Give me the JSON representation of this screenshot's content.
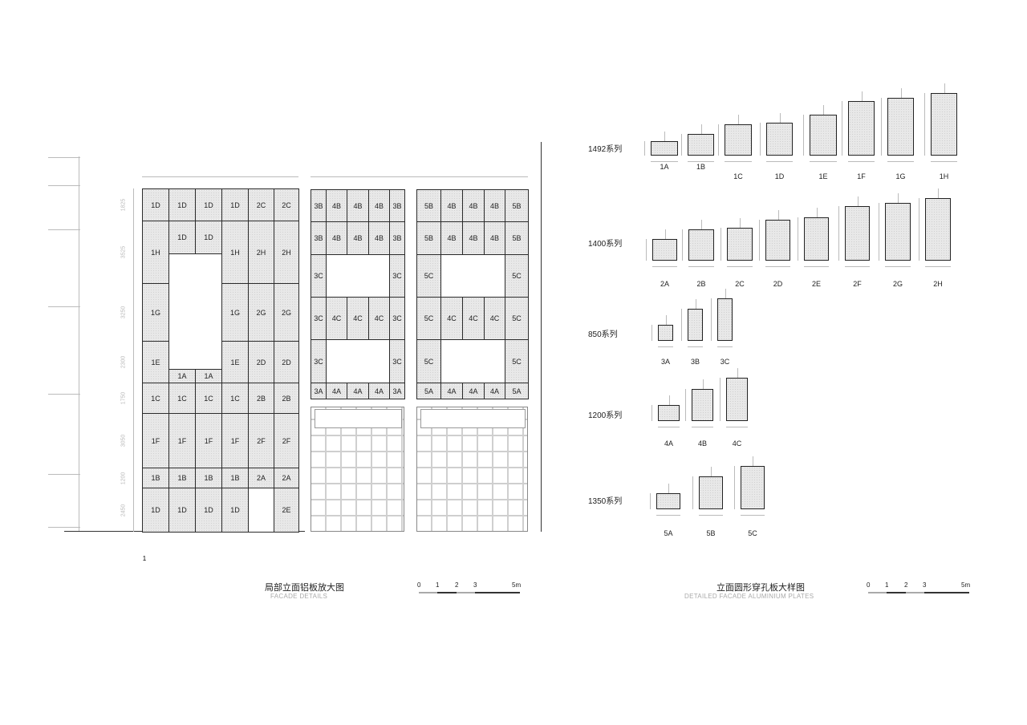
{
  "left_facade": {
    "panels": [
      "1D",
      "1D",
      "1D",
      "1D",
      "2C",
      "2C",
      "1H",
      "1D",
      "1D",
      "1H",
      "2H",
      "2H",
      "1G",
      "1G",
      "2G",
      "2G",
      "1E",
      "1A",
      "1A",
      "1E",
      "2D",
      "2D",
      "1C",
      "1C",
      "1C",
      "1C",
      "2B",
      "2B",
      "1F",
      "1F",
      "1F",
      "1F",
      "2F",
      "2F",
      "1B",
      "1B",
      "1B",
      "1B",
      "2A",
      "2A",
      "1D",
      "1D",
      "1D",
      "1D",
      "2E"
    ],
    "row_dimensions": [
      "1825",
      "3525",
      "3250",
      "2300",
      "1750",
      "3050",
      "1200",
      "2450"
    ],
    "grid_bubble": "1"
  },
  "middle_facade_a": {
    "panels": [
      "3B",
      "4B",
      "4B",
      "4B",
      "3B",
      "3B",
      "4B",
      "4B",
      "4B",
      "3B",
      "3C",
      "3C",
      "3C",
      "4C",
      "4C",
      "4C",
      "3C",
      "3C",
      "3C",
      "3A",
      "4A",
      "4A",
      "4A",
      "3A"
    ]
  },
  "middle_facade_b": {
    "panels": [
      "5B",
      "4B",
      "4B",
      "4B",
      "5B",
      "5B",
      "4B",
      "4B",
      "4B",
      "5B",
      "5C",
      "5C",
      "5C",
      "4C",
      "4C",
      "4C",
      "5C",
      "5C",
      "5C",
      "5A",
      "4A",
      "4A",
      "4A",
      "5A"
    ]
  },
  "plates": {
    "series": [
      {
        "name": "1492系列",
        "items": [
          "1A",
          "1B",
          "1C",
          "1D",
          "1E",
          "1F",
          "1G",
          "1H"
        ]
      },
      {
        "name": "1400系列",
        "items": [
          "2A",
          "2B",
          "2C",
          "2D",
          "2E",
          "2F",
          "2G",
          "2H"
        ]
      },
      {
        "name": "850系列",
        "items": [
          "3A",
          "3B",
          "3C"
        ]
      },
      {
        "name": "1200系列",
        "items": [
          "4A",
          "4B",
          "4C"
        ]
      },
      {
        "name": "1350系列",
        "items": [
          "5A",
          "5B",
          "5C"
        ]
      }
    ]
  },
  "titles": {
    "left_cn": "局部立面铝板放大图",
    "left_en": "FACADE DETAILS",
    "right_cn": "立面圆形穿孔板大样图",
    "right_en": "DETAILED FACADE ALUMINIUM PLATES"
  },
  "scale_bar": {
    "ticks": [
      "0",
      "1",
      "2",
      "3",
      "5m"
    ]
  }
}
